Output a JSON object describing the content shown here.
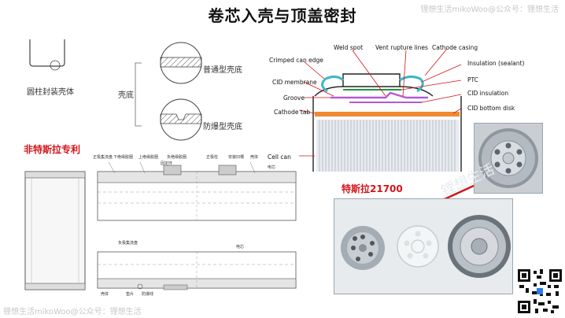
{
  "title": "卷芯入壳与顶盖密封",
  "watermark": {
    "top_right": "锂想生活mikoWoo@公众号：锂想生活",
    "bottom_left": "锂想生活mikoWoo@公众号：锂想生活",
    "center": "锂想生活"
  },
  "left_diagram": {
    "can_label": "圆柱封装壳体",
    "bottom_label": "壳底",
    "normal_type": "普通型壳底",
    "explosion_type": "防爆型壳底"
  },
  "patent": {
    "label": "非特斯拉专利",
    "labels_top": [
      "正极集流盘",
      "下绝缘胶圈",
      "上绝缘胶圈",
      "负绝缘胶圈",
      "固定环",
      "正极柱",
      "安装凹槽",
      "壳体",
      "电芯"
    ],
    "labels_bottom": [
      "负极集流盘",
      "电芯",
      "壳体",
      "垫片",
      "防爆线"
    ]
  },
  "cross_section": {
    "labels": {
      "weld_spot": "Weld spot",
      "vent_lines": "Vent rupture lines",
      "cathode_casing": "Cathode casing",
      "crimped_edge": "Crimped can edge",
      "insulation": "Insulation (sealant)",
      "ptc": "PTC",
      "cid_membrane": "CID membrane",
      "cid_insulation": "CID insulation",
      "groove": "Groove",
      "cid_bottom": "CID bottom disk",
      "cathode_tab": "Cathode tab",
      "cell_can": "Cell can"
    }
  },
  "tesla_label": "特斯拉21700",
  "colors": {
    "accent_red": "#d4141a",
    "insulation_teal": "#3cb8c8",
    "ptc_green": "#1a9a3a",
    "cid_purple": "#b45ad2",
    "bottom_orange": "#f08a30"
  }
}
